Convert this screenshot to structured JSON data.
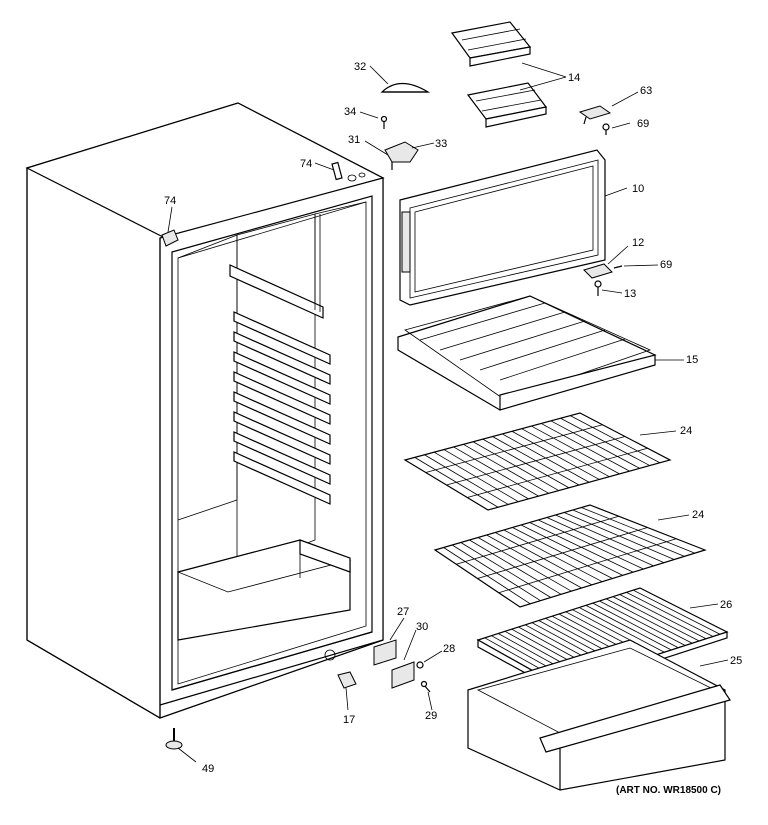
{
  "diagram": {
    "art_number": "(ART NO. WR18500 C)",
    "parts": [
      {
        "id": "p32",
        "label": "32"
      },
      {
        "id": "p14",
        "label": "14"
      },
      {
        "id": "p63",
        "label": "63"
      },
      {
        "id": "p34",
        "label": "34"
      },
      {
        "id": "p69a",
        "label": "69"
      },
      {
        "id": "p31",
        "label": "31"
      },
      {
        "id": "p33",
        "label": "33"
      },
      {
        "id": "p74a",
        "label": "74"
      },
      {
        "id": "p10",
        "label": "10"
      },
      {
        "id": "p74b",
        "label": "74"
      },
      {
        "id": "p12",
        "label": "12"
      },
      {
        "id": "p69b",
        "label": "69"
      },
      {
        "id": "p13",
        "label": "13"
      },
      {
        "id": "p15",
        "label": "15"
      },
      {
        "id": "p24a",
        "label": "24"
      },
      {
        "id": "p24b",
        "label": "24"
      },
      {
        "id": "p26",
        "label": "26"
      },
      {
        "id": "p27",
        "label": "27"
      },
      {
        "id": "p30",
        "label": "30"
      },
      {
        "id": "p28",
        "label": "28"
      },
      {
        "id": "p25",
        "label": "25"
      },
      {
        "id": "p17",
        "label": "17"
      },
      {
        "id": "p29",
        "label": "29"
      },
      {
        "id": "p49",
        "label": "49"
      }
    ]
  }
}
